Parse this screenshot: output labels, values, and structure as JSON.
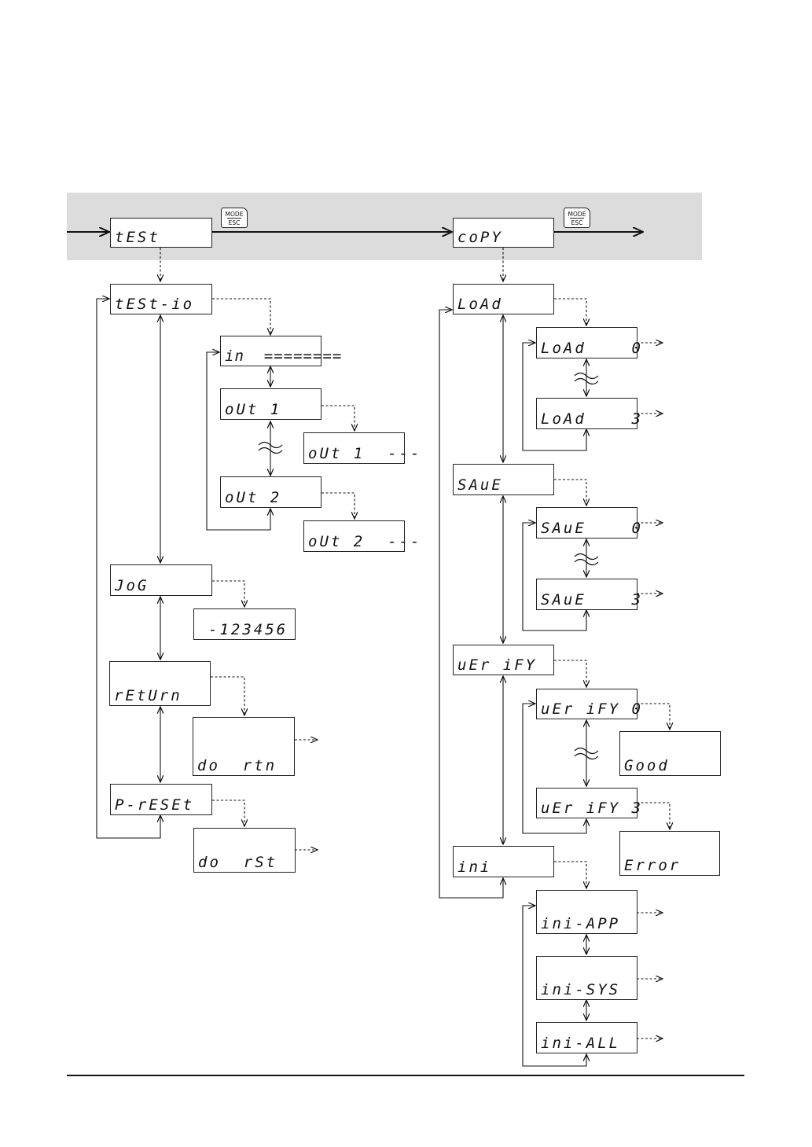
{
  "key": {
    "top": "MODE",
    "bottom": "ESC"
  },
  "displays": {
    "test": "tESt",
    "test_io": "tESt-io",
    "in": "in  ========",
    "out1": "oUt 1",
    "out1_val": "oUt 1  ---",
    "out2": "oUt 2",
    "out2_val": "oUt 2  ---",
    "jog": "JoG",
    "jog_val": "-123456",
    "return": "rEtUrn",
    "do_rtn": "do  rtn",
    "preset": "P-rESEt",
    "do_rst": "do  rSt",
    "copy": "coPY",
    "load": "LoAd",
    "load0": "LoAd    0",
    "load3": "LoAd    3",
    "save": "SAuE",
    "save0": "SAuE    0",
    "save3": "SAuE    3",
    "verify": "uEr iFY",
    "verify0": "uEr iFY 0",
    "verify3": "uEr iFY 3",
    "good": "Good",
    "error": "Error",
    "ini": "ini",
    "ini_app": "ini-APP",
    "ini_sys": "ini-SYS",
    "ini_all": "ini-ALL"
  }
}
